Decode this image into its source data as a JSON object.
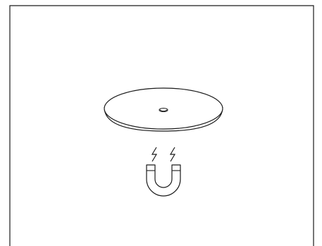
{
  "figure": {
    "stroke_color": "#1a1a1a",
    "fill_color": "#ffffff",
    "objects": [
      {
        "name": "disc",
        "icon": "round-plate-with-center-hole"
      },
      {
        "name": "horseshoe-magnet",
        "icon": "u-magnet-with-spark-symbols"
      }
    ]
  }
}
